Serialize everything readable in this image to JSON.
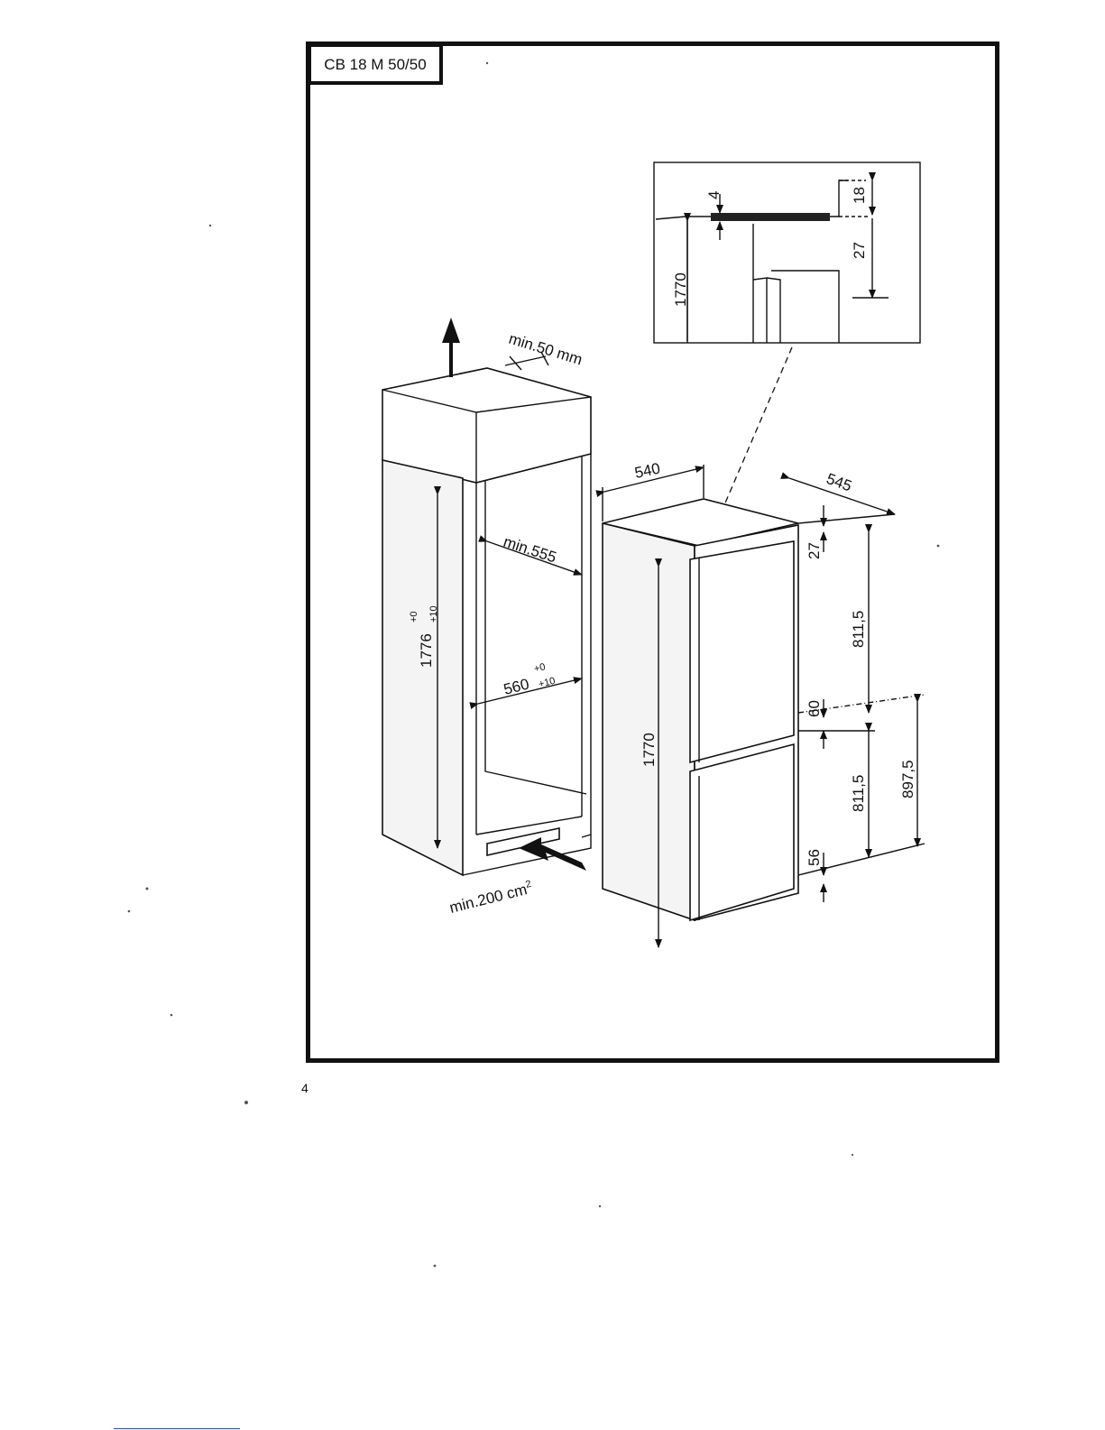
{
  "header": {
    "model": "CB 18 M 50/50"
  },
  "footer": {
    "page_number": "4"
  },
  "diagram": {
    "cabinet": {
      "top_clearance": "min.50 mm",
      "height": "1776",
      "height_tol_upper": "+0",
      "height_tol_lower": "+10",
      "depth": "min.555",
      "width": "560",
      "width_tol_upper": "+0",
      "width_tol_lower": "+10",
      "vent_area": "min.200 cm",
      "vent_area_sup": "2"
    },
    "appliance": {
      "width": "540",
      "depth": "545",
      "height": "1770",
      "top_offset": "27",
      "upper_door": "811,5",
      "gap": "60",
      "lower_door": "811,5",
      "bottom_offset": "56",
      "lower_section": "897,5"
    },
    "detail": {
      "gap": "4",
      "board": "18",
      "offset": "27",
      "height": "1770"
    }
  }
}
